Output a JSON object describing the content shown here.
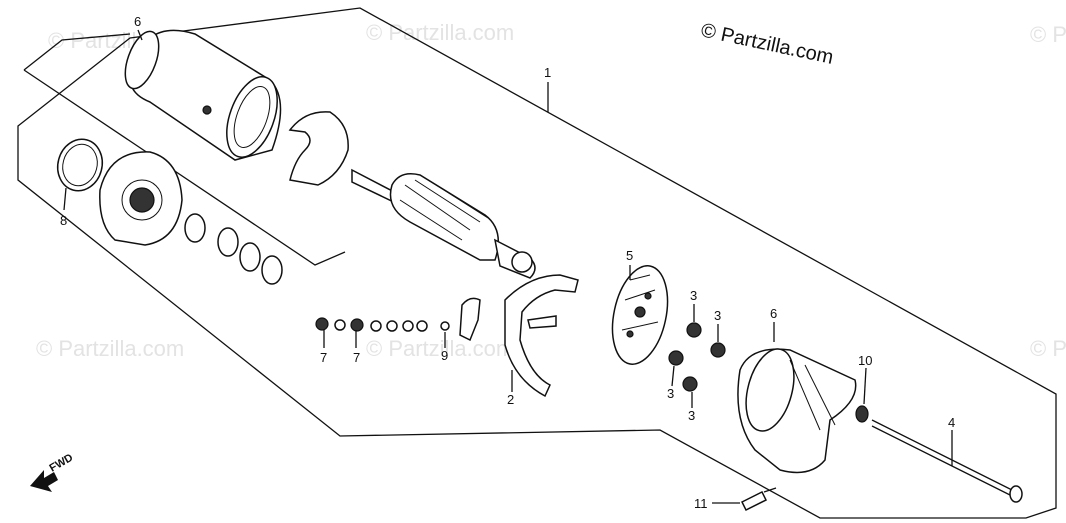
{
  "copyright": "© Partzilla.com",
  "watermark": "© Partzilla.com",
  "fwd_label": "FWD",
  "callouts": {
    "c1": "1",
    "c2": "2",
    "c3a": "3",
    "c3b": "3",
    "c3c": "3",
    "c3d": "3",
    "c4": "4",
    "c5": "5",
    "c6a": "6",
    "c6b": "6",
    "c7a": "7",
    "c7b": "7",
    "c8": "8",
    "c9": "9",
    "c10": "10",
    "c11": "11"
  }
}
